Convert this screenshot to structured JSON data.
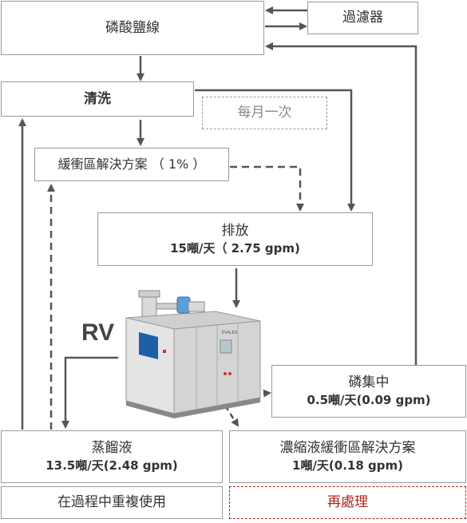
{
  "nodes": {
    "phosphate_line": "磷酸鹽線",
    "filter": "過濾器",
    "cleaning": "清洗",
    "monthly": "每月一次",
    "buffer_solution": "緩衝區解決方案 （ 1% ）",
    "discharge_title": "排放",
    "discharge_rate": "15噸/天（ 2.75 gpm)",
    "rv_label": "RV",
    "phosphorus_title": "磷集中",
    "phosphorus_rate": "0.5噸/天(0.09 gpm)",
    "distillate_title": "蒸餾液",
    "distillate_rate": "13.5噸/天(2.48 gpm)",
    "concentrate_title": "濃縮液緩衝區解決方案",
    "concentrate_rate": "1噸/天(0.18 gpm)",
    "reuse": "在過程中重複使用",
    "reprocess": "再處理",
    "machine_brand": "EVALED"
  },
  "colors": {
    "border": "#9a9a9a",
    "arrow": "#555555",
    "red_dashed": "#b22222",
    "machine_body": "#e8e8e8",
    "machine_panel": "#1f5fa8"
  }
}
